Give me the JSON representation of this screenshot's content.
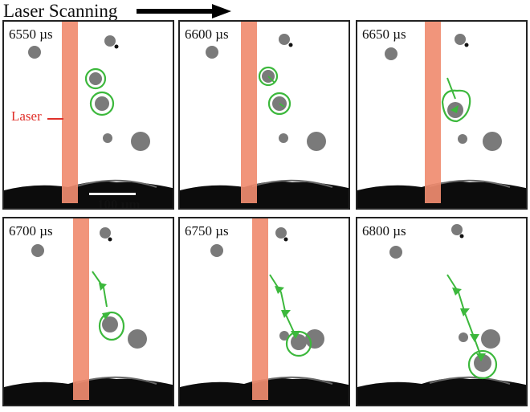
{
  "header": {
    "title": "Laser Scanning"
  },
  "annotations": {
    "laser_label": "Laser",
    "scale_bar_label": "100 μm"
  },
  "colors": {
    "laser": "#f08c70",
    "track": "#3cb83c",
    "particle": "#7a7a7a",
    "substrate": "#0c0c0c",
    "label_red": "#e0302a"
  },
  "panels": [
    {
      "time": "6550 µs"
    },
    {
      "time": "6600 µs"
    },
    {
      "time": "6650 µs"
    },
    {
      "time": "6700 µs"
    },
    {
      "time": "6750 µs"
    },
    {
      "time": "6800 µs"
    }
  ]
}
